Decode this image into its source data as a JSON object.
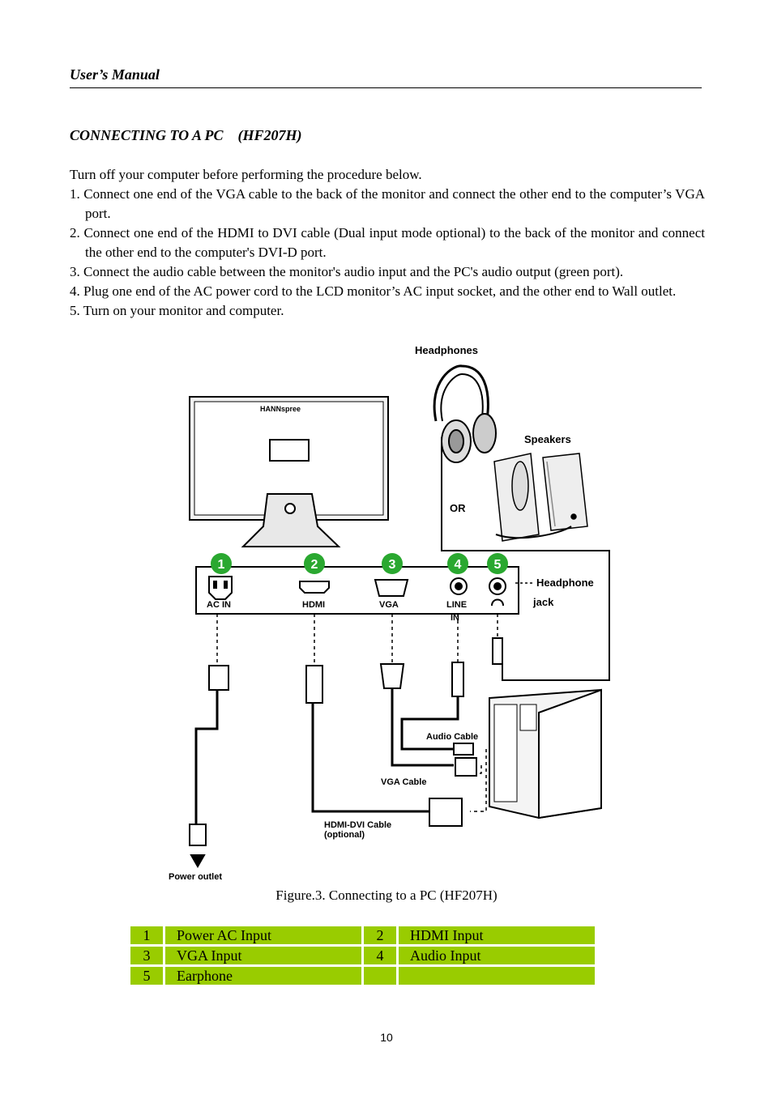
{
  "header": {
    "title": "User’s Manual"
  },
  "section": {
    "title": "CONNECTING TO A PC    (HF207H)"
  },
  "intro": "Turn off your computer before performing the procedure below.",
  "steps": [
    "1. Connect one end of the VGA cable to the back of the monitor and connect the other end to the computer’s VGA port.",
    "2. Connect one end of the HDMI to DVI cable (Dual input mode optional) to the back of the monitor and connect the other end to the computer's DVI-D port.",
    "3. Connect the audio cable between the monitor's audio input and the PC's audio output (green port).",
    "4. Plug one end of the AC power cord to the LCD monitor’s AC input socket, and the other end to Wall outlet.",
    "5. Turn on your monitor and computer."
  ],
  "figure": {
    "labels": {
      "headphones": "Headphones",
      "speakers": "Speakers",
      "or": "OR",
      "headphone_jack_1": "Headphone",
      "headphone_jack_2": "jack",
      "brand": "HANNspree",
      "audio_cable": "Audio Cable",
      "vga_cable": "VGA Cable",
      "hdmi_dvi_cable_1": "HDMI-DVI Cable",
      "hdmi_dvi_cable_2": "(optional)",
      "power_outlet": "Power outlet"
    },
    "ports": [
      {
        "num": "1",
        "label": "AC IN"
      },
      {
        "num": "2",
        "label": "HDMI"
      },
      {
        "num": "3",
        "label": "VGA"
      },
      {
        "num": "4",
        "label": "LINE",
        "label2": "IN"
      },
      {
        "num": "5",
        "label": ""
      }
    ],
    "colors": {
      "badge": "#2aa830",
      "table": "#99cc00"
    }
  },
  "caption": "Figure.3. Connecting to a PC (HF207H)",
  "table": {
    "rows": [
      [
        "1",
        "Power AC Input",
        "2",
        "HDMI Input"
      ],
      [
        "3",
        "VGA Input",
        "4",
        "Audio Input"
      ],
      [
        "5",
        "Earphone",
        "",
        ""
      ]
    ]
  },
  "page_number": "10"
}
